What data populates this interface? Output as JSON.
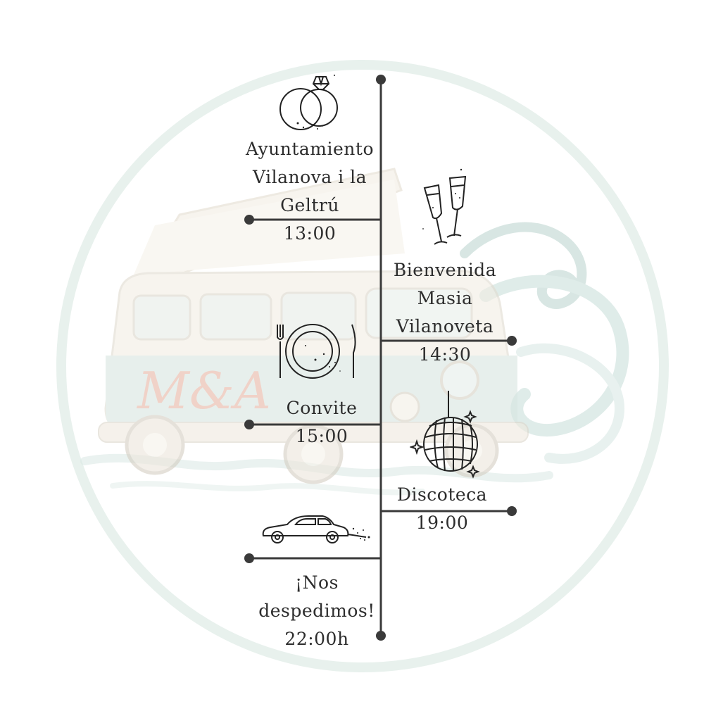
{
  "monogram": "M&A",
  "colors": {
    "line": "#3a3a3a",
    "circle": "#e7f0ec",
    "van_body": "#f1ece3",
    "van_lower": "#d3e3de",
    "wave": "#c8ddd8",
    "monogram": "#f1c4b7"
  },
  "events": [
    {
      "lines": [
        "Ayuntamiento",
        "Vilanova i la",
        "Geltrú"
      ],
      "time": "13:00",
      "icon": "rings-icon"
    },
    {
      "lines": [
        "Bienvenida",
        "Masia",
        "Vilanoveta"
      ],
      "time": "14:30",
      "icon": "champagne-glasses-icon"
    },
    {
      "lines": [
        "Convite"
      ],
      "time": "15:00",
      "icon": "dinner-plate-icon"
    },
    {
      "lines": [
        "Discoteca"
      ],
      "time": "19:00",
      "icon": "disco-ball-icon"
    },
    {
      "lines": [
        "¡Nos",
        "despedimos!"
      ],
      "time": "22:00h",
      "icon": "vintage-car-icon"
    }
  ]
}
